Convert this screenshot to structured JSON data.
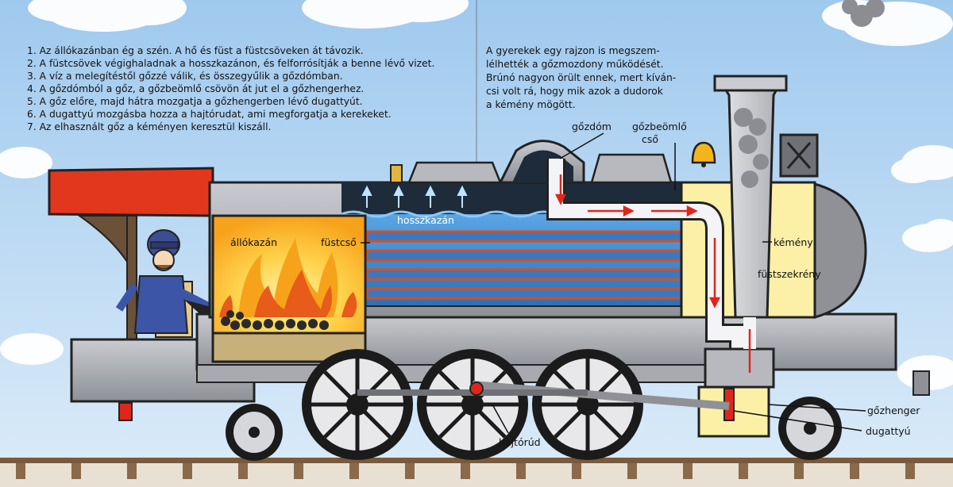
{
  "steps": [
    "1. Az állókazánban ég a szén. A hő és füst a füstcsöveken át távozik.",
    "2. A füstcsövek végighaladnak a hosszkazánon, és felforrósítják a benne lévő vizet.",
    "3. A víz a melegítéstől gőzzé válik, és összegyűlik a gőzdómban.",
    "4. A gőzdómból a gőz, a gőzbeömlő csövön át jut el a gőzhengerhez.",
    "5. A gőz előre, majd hátra mozgatja a gőzhengerben lévő dugattyút.",
    "6. A dugattyú mozgásba hozza a hajtórudat, ami megforgatja a kerekeket.",
    "7. Az elhasznált gőz a kéményen keresztül kiszáll."
  ],
  "intro": [
    "A gyerekek egy  rajzon is megszem-",
    "lélhették a gőzmozdony működését.",
    "Brúnó nagyon örült ennek, mert kíván-",
    "csi volt rá, hogy mik azok a dudorok",
    "a kémény mögött."
  ],
  "labels": {
    "allokazan": "állókazán",
    "fustcso": "füstcső",
    "hosszkazan": "hosszkazán",
    "gozdom": "gőzdóm",
    "gozbeomlo_1": "gőzbeömlő",
    "gozbeomlo_2": "cső",
    "kemeny": "kémény",
    "fustszekreny": "füstszekrény",
    "gozhenger": "gőzhenger",
    "dugattyu": "dugattyú",
    "hajtorud": "hajtórúd"
  },
  "colors": {
    "sky": "#b9daf4",
    "boiler_water": "#3f8fd6",
    "fire": "#f7a21b",
    "smokebox": "#fcf0a6",
    "cab_roof": "#e2371c",
    "steam_arrow": "#e0261b",
    "body_gray": "#9a9ca2"
  }
}
